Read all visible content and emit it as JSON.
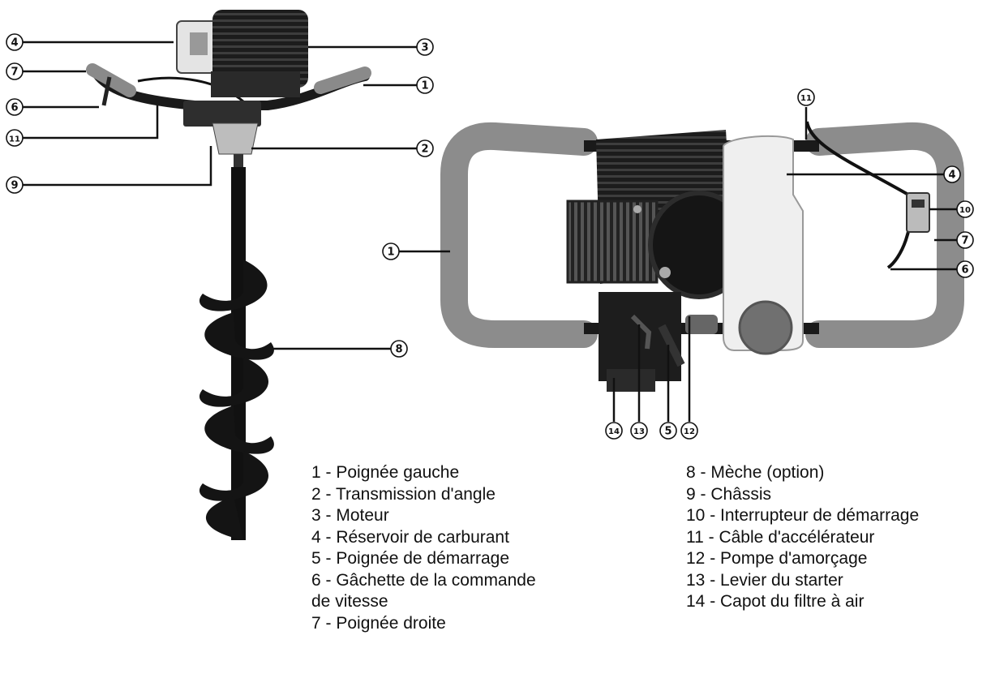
{
  "legend": {
    "left": [
      "1 - Poignée gauche",
      "2 - Transmission d'angle",
      "3 - Moteur",
      "4 - Réservoir de carburant",
      "5 - Poignée de démarrage",
      "6 - Gâchette de la commande",
      "de vitesse",
      "7 - Poignée droite"
    ],
    "right": [
      "8 - Mèche (option)",
      "9 - Châssis",
      "10 - Interrupteur de démarrage",
      "11 - Câble d'accélérateur",
      "12 - Pompe d'amorçage",
      "13 - Levier du starter",
      "14 - Capot du filtre à air"
    ]
  },
  "callouts": {
    "n1": "1",
    "n2": "2",
    "n3": "3",
    "n4": "4",
    "n5": "5",
    "n6": "6",
    "n7": "7",
    "n8": "8",
    "n9": "9",
    "n10": "10",
    "n11": "11",
    "n12": "12",
    "n13": "13",
    "n14": "14"
  }
}
